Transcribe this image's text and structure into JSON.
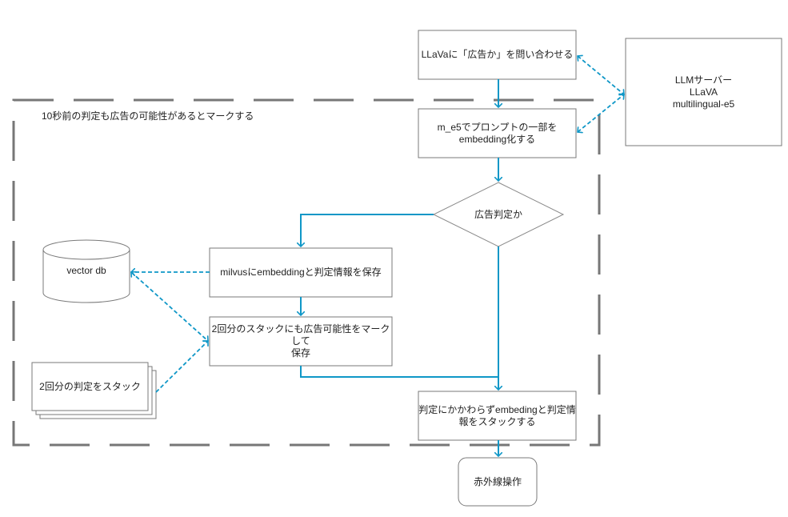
{
  "diagram": {
    "type": "flowchart",
    "colors": {
      "flow_line": "#0f97c7",
      "dashed_link": "#0f97c7",
      "node_border": "#7a7a7a",
      "frame_border": "#777777",
      "background": "#ffffff"
    },
    "frame": {
      "label": "10秒前の判定も広告の可能性があるとマークする"
    },
    "nodes": {
      "ask_llava": {
        "label": "LLaVaに「広告か」を問い合わせる",
        "shape": "rectangle"
      },
      "embed": {
        "label_lines": [
          "m_e5でプロンプトの一部を",
          "embedding化する"
        ],
        "shape": "rectangle"
      },
      "decision": {
        "label": "広告判定か",
        "shape": "diamond"
      },
      "save_milvus": {
        "label": "milvusにembeddingと判定情報を保存",
        "shape": "rectangle"
      },
      "mark_stack": {
        "label_lines": [
          "2回分のスタックにも広告可能性をマークして",
          "保存"
        ],
        "shape": "rectangle"
      },
      "stack_always": {
        "label_lines": [
          "判定にかかわらずembedingと判定情",
          "報をスタックする"
        ],
        "shape": "rectangle"
      },
      "ir_action": {
        "label": "赤外線操作",
        "shape": "rounded-rectangle"
      },
      "llm_server": {
        "label_lines": [
          "LLMサーバー",
          "LLaVA",
          "multilingual-e5"
        ],
        "shape": "rectangle"
      },
      "vector_db": {
        "label": "vector db",
        "shape": "cylinder"
      },
      "stack_two": {
        "label": "2回分の判定をスタック",
        "shape": "multi-document"
      }
    },
    "edges": [
      {
        "from": "ask_llava",
        "to": "embed",
        "style": "solid"
      },
      {
        "from": "embed",
        "to": "decision",
        "style": "solid"
      },
      {
        "from": "decision",
        "to": "save_milvus",
        "style": "solid"
      },
      {
        "from": "decision",
        "to": "stack_always",
        "style": "solid"
      },
      {
        "from": "save_milvus",
        "to": "mark_stack",
        "style": "solid"
      },
      {
        "from": "mark_stack",
        "to": "stack_always",
        "style": "solid"
      },
      {
        "from": "stack_always",
        "to": "ir_action",
        "style": "solid"
      },
      {
        "from": "ask_llava",
        "to": "llm_server",
        "style": "dashed",
        "bidirectional": true
      },
      {
        "from": "embed",
        "to": "llm_server",
        "style": "dashed",
        "bidirectional": true
      },
      {
        "from": "save_milvus",
        "to": "vector_db",
        "style": "dashed"
      },
      {
        "from": "vector_db",
        "to": "mark_stack",
        "style": "dashed",
        "bidirectional": true
      },
      {
        "from": "stack_two",
        "to": "mark_stack",
        "style": "dashed"
      }
    ]
  }
}
